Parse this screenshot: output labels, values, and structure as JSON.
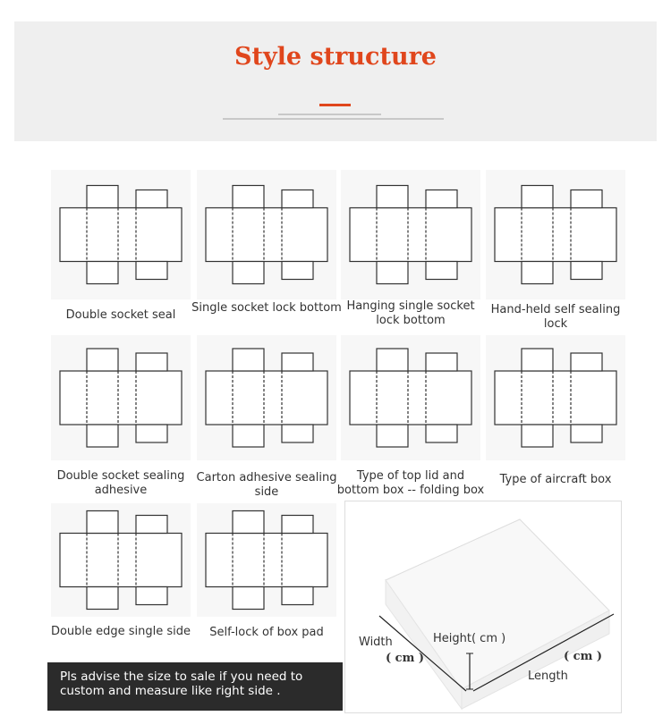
{
  "header": {
    "title": "Style structure"
  },
  "styles": [
    {
      "label": "Double socket seal"
    },
    {
      "label": "Single socket lock bottom"
    },
    {
      "label": "Hanging single socket lock bottom"
    },
    {
      "label": "Hand-held self sealing lock"
    },
    {
      "label": "Double socket sealing adhesive"
    },
    {
      "label": "Carton adhesive sealing side"
    },
    {
      "label": "Type of top lid and bottom box -- folding box"
    },
    {
      "label": "Type of aircraft box"
    },
    {
      "label": "Double edge single side"
    },
    {
      "label": "Self-lock of box pad"
    }
  ],
  "dimensions": {
    "width": "Width",
    "height": "Height( cm )",
    "length": "Length",
    "unit": "( cm )"
  },
  "note": "Pls advise the size to sale if you need to custom and measure like right side ."
}
